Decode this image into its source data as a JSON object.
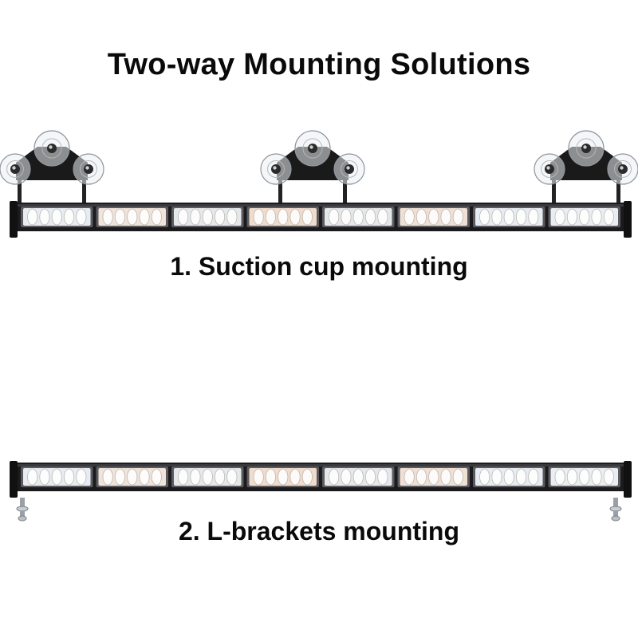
{
  "title": "Two-way Mounting Solutions",
  "methods": [
    {
      "caption": "1. Suction cup mounting",
      "mount_type": "suction-cup",
      "mount_count": 3
    },
    {
      "caption": "2. L-brackets mounting",
      "mount_type": "l-bracket",
      "mount_count": 2
    }
  ],
  "lightbar": {
    "module_count": 8,
    "module_tints": [
      "#e6ecf2",
      "#efe3da",
      "#e4e8ea",
      "#f0dccd",
      "#e4e8ea",
      "#efe0d6",
      "#e6ecf2",
      "#e9eef3"
    ],
    "housing_color": "#1b1b1d"
  }
}
